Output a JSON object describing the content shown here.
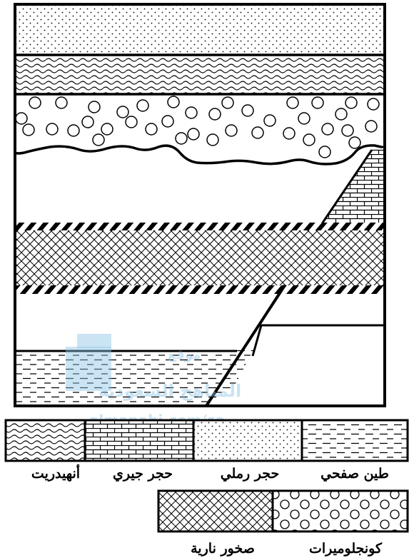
{
  "diagram": {
    "watermark": {
      "line1": "موقع",
      "line2": "المناهج السعودية",
      "line3": "almanahj.com/sa"
    }
  },
  "legend": {
    "row1": [
      {
        "pattern": "anhydrite",
        "label": "أنهيدريت"
      },
      {
        "pattern": "limestone",
        "label": "حجر جيري"
      },
      {
        "pattern": "sandstone",
        "label": "حجر رملي"
      },
      {
        "pattern": "shale",
        "label": "طين صفحي"
      }
    ],
    "row2": [
      {
        "pattern": "igneous",
        "label": "صخور نارية"
      },
      {
        "pattern": "conglomerate",
        "label": "كونجلوميرات"
      }
    ]
  }
}
